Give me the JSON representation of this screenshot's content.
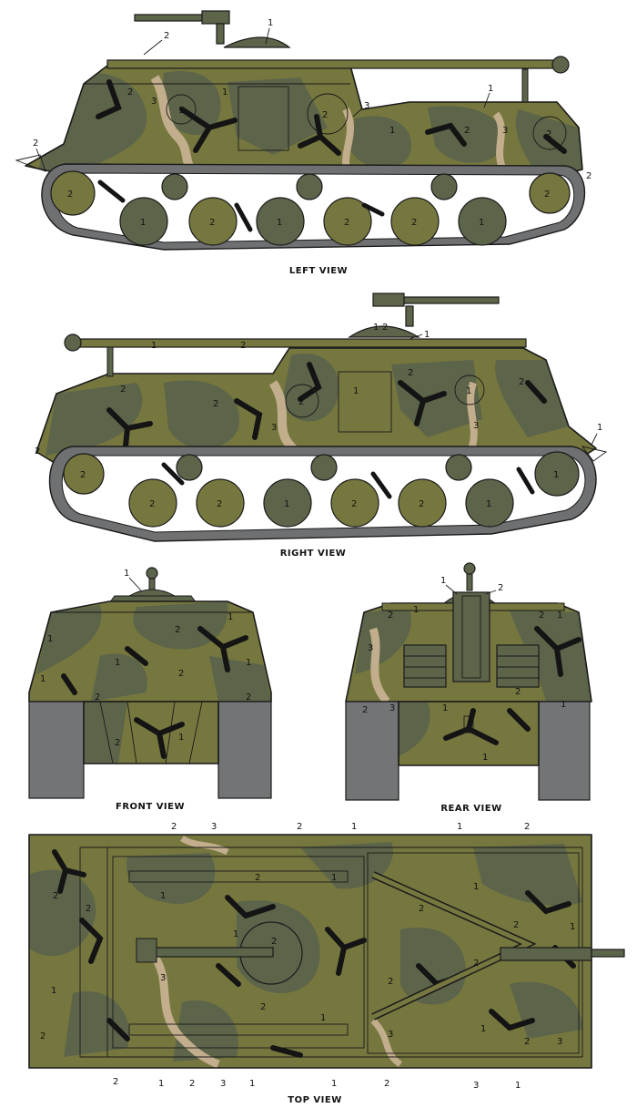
{
  "colors": {
    "olive": "#76773f",
    "dark_green": "#5c644a",
    "tan": "#c2ad8c",
    "black": "#141414",
    "track": "#6e7072",
    "track_plate": "#727476"
  },
  "views": {
    "left": {
      "caption": "LEFT VIEW"
    },
    "right": {
      "caption": "RIGHT VIEW"
    },
    "front": {
      "caption": "FRONT VIEW"
    },
    "rear": {
      "caption": "REAR VIEW"
    },
    "top": {
      "caption": "TOP VIEW"
    }
  },
  "callouts": {
    "one": "1",
    "two": "2",
    "three": "3"
  }
}
